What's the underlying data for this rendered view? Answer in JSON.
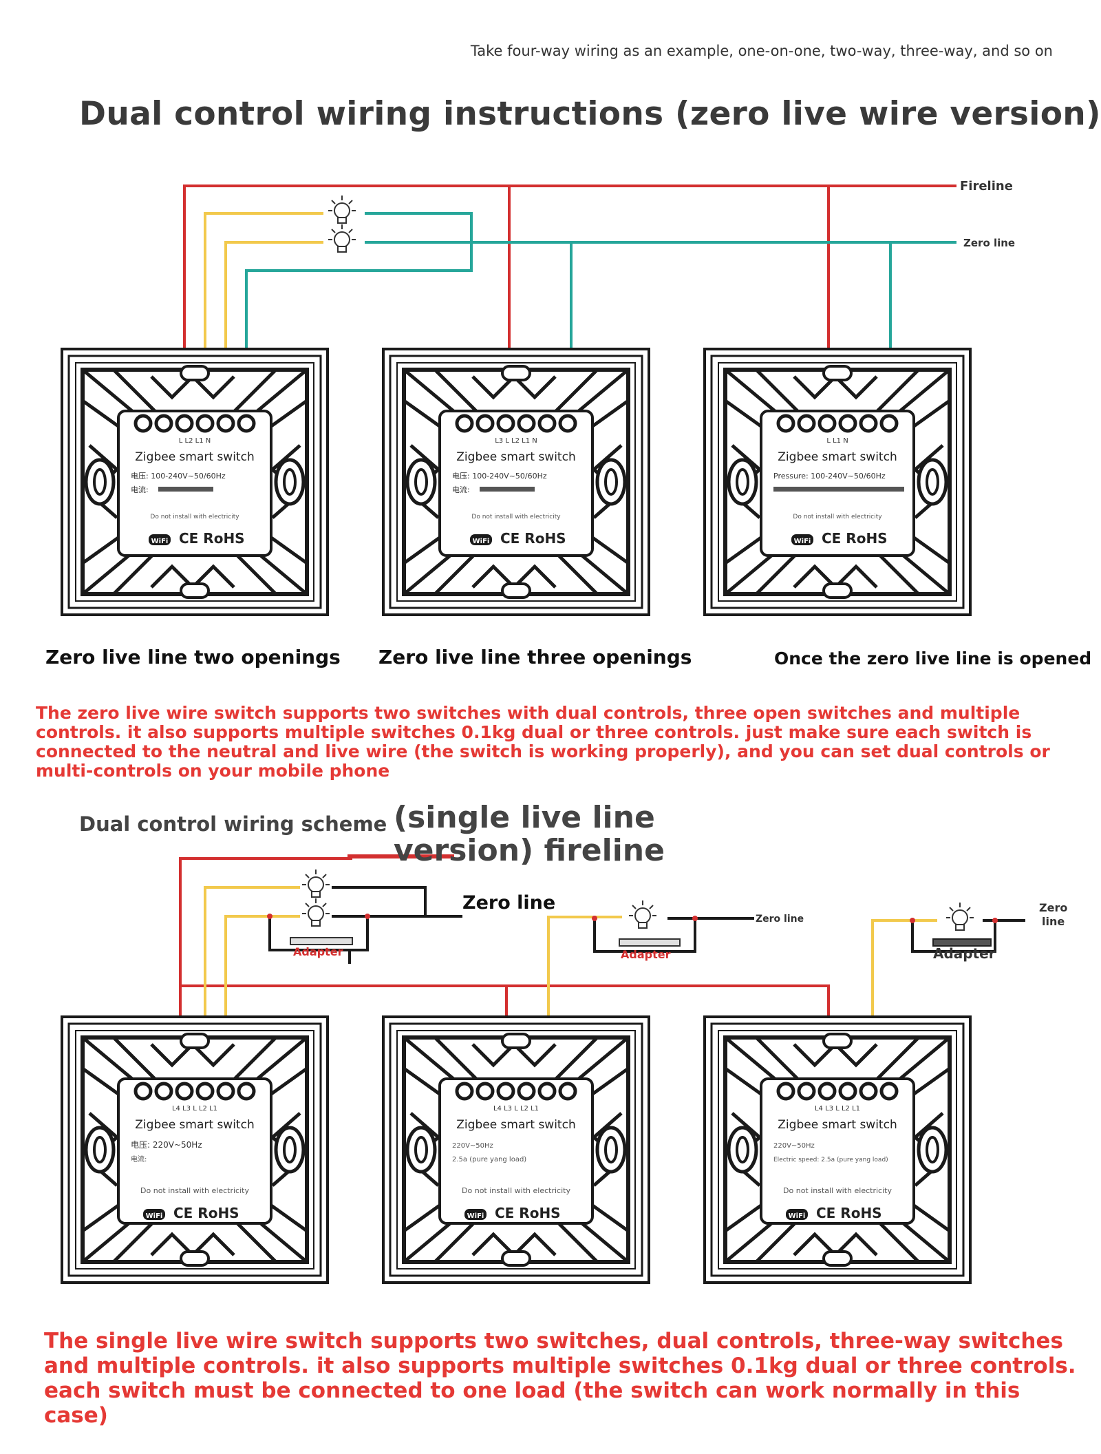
{
  "header": {
    "note": "Take four-way wiring as an example, one-on-one, two-way, three-way, and so on",
    "title": "Dual control wiring instructions (zero live wire version)"
  },
  "section1": {
    "fire_label": "Fireline",
    "zero_label": "Zero line",
    "captions": [
      "Zero live line two openings",
      "Zero live line three openings",
      "Once the zero live line is opened"
    ],
    "note": "The zero live wire switch supports two switches with dual controls, three open switches and multiple controls. it also supports multiple switches 0.1kg dual or three controls. just make sure each switch is connected to the neutral and live wire (the switch is working properly), and you can set dual controls or multi-controls on your mobile phone",
    "switches": [
      {
        "terminals": "L   L2   L1   N",
        "name": "Zigbee smart switch",
        "spec1": "电压: 100-240V~50/60Hz",
        "spec2": "电流:",
        "warning": "Do not install with electricity",
        "marks": "CE RoHS",
        "wifi": "WiFi"
      },
      {
        "terminals": "L3   L   L2   L1   N",
        "name": "Zigbee smart switch",
        "spec1": "电压: 100-240V~50/60Hz",
        "spec2": "电流:",
        "warning": "Do not install with electricity",
        "marks": "CE RoHS",
        "wifi": "WiFi"
      },
      {
        "terminals": "L   L1   N",
        "name": "Zigbee smart switch",
        "spec1": "Pressure: 100-240V~50/60Hz",
        "spec2": "",
        "warning": "Do not install with electricity",
        "marks": "CE RoHS",
        "wifi": "WiFi"
      }
    ]
  },
  "section2": {
    "title_a": "Dual control wiring scheme",
    "title_b": "(single live line version) fireline",
    "zero_labels": [
      "Zero line",
      "Zero line",
      "Zero line"
    ],
    "adapter_label": "Adapter",
    "note": "The single live wire switch supports two switches, dual controls, three-way switches and multiple controls. it also supports multiple switches 0.1kg dual or three controls. each switch must be connected to one load (the switch can work normally in this case)",
    "switches": [
      {
        "terminals": "L4   L3   L   L2   L1",
        "name": "Zigbee smart switch",
        "spec1": "电压: 220V~50Hz",
        "spec2": "电流:",
        "warning": "Do not install with electricity",
        "marks": "CE RoHS",
        "wifi": "WiFi"
      },
      {
        "terminals": "L4   L3   L   L2   L1",
        "name": "Zigbee smart switch",
        "spec1": "220V~50Hz",
        "spec2": "2.5a (pure yang load)",
        "warning": "Do not install with electricity",
        "marks": "CE RoHS",
        "wifi": "WiFi"
      },
      {
        "terminals": "L4   L3   L   L2   L1",
        "name": "Zigbee smart switch",
        "spec1": "220V~50Hz",
        "spec2": "Electric speed: 2.5a (pure yang load)",
        "warning": "Do not install with electricity",
        "marks": "CE RoHS",
        "wifi": "WiFi"
      }
    ]
  },
  "colors": {
    "fire": "#d32f2f",
    "load": "#f2c94c",
    "neutral": "#26a69a",
    "frame": "#1a1a1a"
  },
  "icons": [
    "bulb-icon",
    "wifi-icon"
  ]
}
